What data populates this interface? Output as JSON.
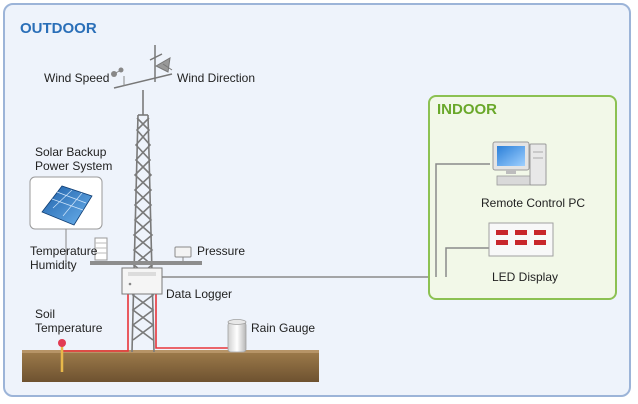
{
  "sections": {
    "outdoor": "OUTDOOR",
    "indoor": "INDOOR"
  },
  "labels": {
    "wind_speed": "Wind Speed",
    "wind_direction": "Wind Direction",
    "solar_backup_line1": "Solar Backup",
    "solar_backup_line2": "Power System",
    "temperature": "Temperature",
    "humidity": "Humidity",
    "pressure": "Pressure",
    "data_logger": "Data Logger",
    "soil_line1": "Soil",
    "soil_line2": "Temperature",
    "rain_gauge": "Rain Gauge",
    "remote_pc": "Remote Control PC",
    "led_display": "LED Display"
  },
  "colors": {
    "outdoor_title": "#2a6fb8",
    "indoor_title": "#6aa82a",
    "cable_red": "#e8353a",
    "ground": "#8b6a3e"
  }
}
